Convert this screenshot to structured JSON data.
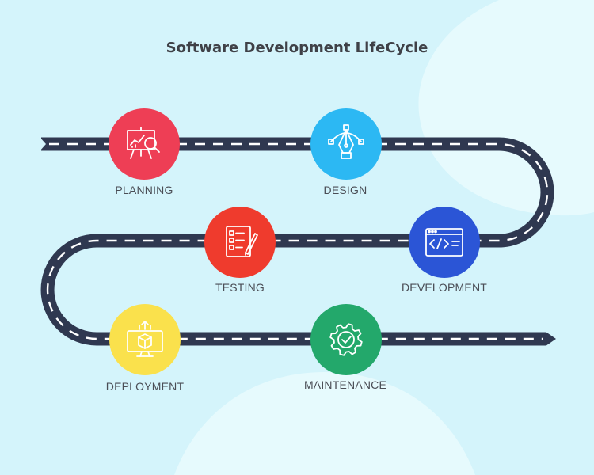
{
  "title": "Software Development LifeCycle",
  "colors": {
    "background": "#d4f4fb",
    "blob": "#e7fafd",
    "road": "#2f3850",
    "road_dash": "#ffffff"
  },
  "stages": [
    {
      "label": "PLANNING",
      "color": "#ee3e55",
      "icon": "presentation-board-magnifier-icon"
    },
    {
      "label": "DESIGN",
      "color": "#2cb8f3",
      "icon": "pen-tool-bezier-icon"
    },
    {
      "label": "DEVELOPMENT",
      "color": "#2b55d6",
      "icon": "code-window-icon"
    },
    {
      "label": "TESTING",
      "color": "#ef3b2d",
      "icon": "checklist-pencil-icon"
    },
    {
      "label": "DEPLOYMENT",
      "color": "#fae14c",
      "icon": "monitor-box-upload-icon"
    },
    {
      "label": "MAINTENANCE",
      "color": "#23a86b",
      "icon": "gear-check-icon"
    }
  ]
}
